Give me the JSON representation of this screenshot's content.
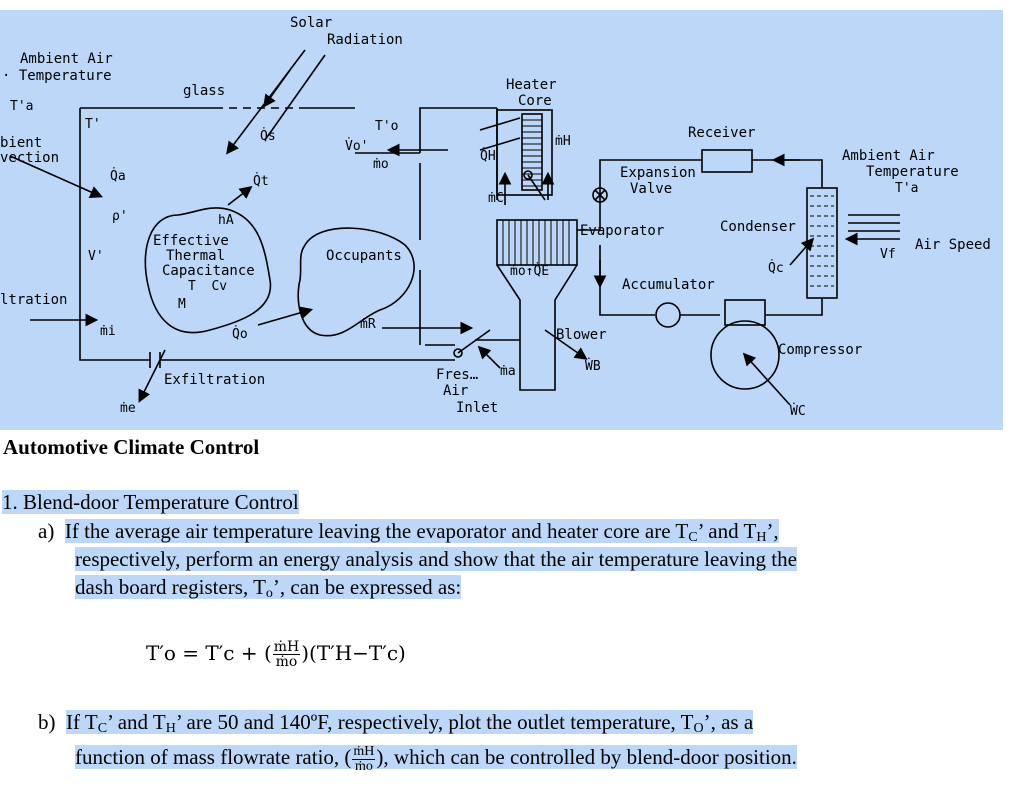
{
  "diagram": {
    "labels": {
      "solar": "Solar",
      "radiation": "Radiation",
      "ambient_air_left": "Ambient Air",
      "temperature_left": "Temperature",
      "glass": "glass",
      "ambient_partial": "bient",
      "convection_partial": "vection",
      "heater": "Heater",
      "core": "Core",
      "receiver": "Receiver",
      "ambient_air_right": "Ambient Air",
      "temperature_right": "Temperature",
      "expansion": "Expansion",
      "valve": "Valve",
      "evaporator": "Evaporator",
      "condenser": "Condenser",
      "air_speed": "Air Speed",
      "effective": "Effective",
      "thermal": "Thermal",
      "capacitance": "Capacitance",
      "occupants": "Occupants",
      "accumulator": "Accumulator",
      "infiltration_partial": "ltration",
      "blower": "Blower",
      "compressor": "Compressor",
      "exfiltration": "Exfiltration",
      "fresh": "Fres…",
      "air": "Air",
      "inlet": "Inlet"
    },
    "symbols": {
      "ta_left": "T'a",
      "t_prime": "T'",
      "qs": "Q̇s",
      "vo": "V̇o'",
      "to": "T'o",
      "mo": "ṁo",
      "qa": "Q̇a",
      "qt": "Q̇t",
      "qh": "Q̇H",
      "mh": "ṁH",
      "mc": "ṁC",
      "rho": "ρ'",
      "v_prime": "V'",
      "ha": "hA",
      "t_cv": "T  Cv",
      "m": "M",
      "mo_qe": "ṁo↑Q̇E",
      "qc": "Q̇c",
      "ta_right": "T'a",
      "vf": "Vf",
      "mi": "ṁi",
      "qo": "Q̇o",
      "mr": "ṁR",
      "ma": "ṁa",
      "wb": "ẆB",
      "me": "ṁe",
      "wc": "ẆC"
    }
  },
  "document": {
    "title": "Automotive Climate Control",
    "item1": "1.  Blend-door Temperature Control",
    "a_label": "a)",
    "a_line1_pre": "If the average air temperature leaving the evaporator and heater core are T",
    "a_sub_c": "C",
    "a_line1_mid": "’ and T",
    "a_sub_h": "H",
    "a_line1_post": "’,",
    "a_line2": "respectively, perform an energy analysis and show that the air temperature leaving the",
    "a_line3_pre": "dash board registers, T",
    "a_sub_o": "o",
    "a_line3_post": "’, can be expressed as:",
    "eq_lhs": "T′o = T′c + (",
    "eq_num": "ṁH",
    "eq_den": "ṁo",
    "eq_rhs": ")(T′H−T′c)",
    "b_label": "b)",
    "b_line1_pre": "If T",
    "b_line1_mid1": "’ and T",
    "b_line1_mid2": "’ are 50 and 140ºF, respectively, plot the outlet temperature, T",
    "b_sub_O": "O",
    "b_line1_post": "’, as a",
    "b_line2_pre": "function of mass flowrate ratio, (",
    "b_line2_post": "), which can be controlled by blend-door position."
  }
}
